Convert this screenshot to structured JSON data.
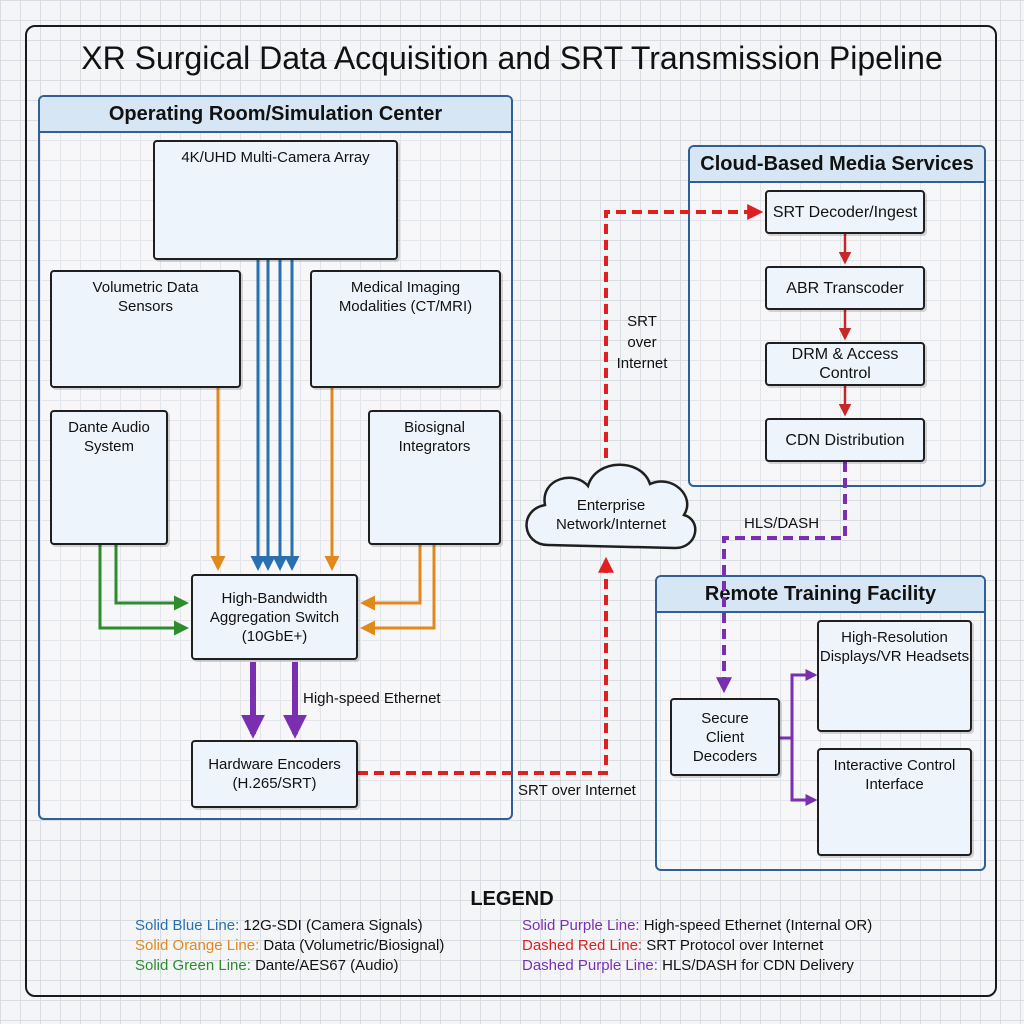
{
  "title": "XR Surgical Data Acquisition and SRT Transmission Pipeline",
  "zones": {
    "or": "Operating Room/Simulation Center",
    "cloud": "Cloud-Based Media Services",
    "remote": "Remote Training Facility"
  },
  "nodes": {
    "cameras": "4K/UHD Multi-Camera Array",
    "volumetric": "Volumetric Data\nSensors",
    "imaging": "Medical Imaging\nModalities (CT/MRI)",
    "audio": "Dante Audio\nSystem",
    "biosignal": "Biosignal\nIntegrators",
    "switch": "High-Bandwidth\nAggregation Switch\n(10GbE+)",
    "encoders": "Hardware Encoders\n(H.265/SRT)",
    "network": "Enterprise\nNetwork/Internet",
    "srt_decoder": "SRT Decoder/Ingest",
    "abr": "ABR Transcoder",
    "drm": "DRM & Access Control",
    "cdn": "CDN Distribution",
    "client": "Secure\nClient\nDecoders",
    "displays": "High-Resolution\nDisplays/VR Headsets",
    "control": "Interactive Control\nInterface"
  },
  "edge_labels": {
    "ethernet": "High-speed Ethernet",
    "srt_internet": "SRT over Internet",
    "srt_over_internet": "SRT\nover\nInternet",
    "hls_dash": "HLS/DASH"
  },
  "legend": {
    "title": "LEGEND",
    "items": [
      {
        "key": "Solid Blue Line:",
        "desc": "12G-SDI (Camera Signals)",
        "color": "#2a6fb0"
      },
      {
        "key": "Solid Orange Line:",
        "desc": "Data (Volumetric/Biosignal)",
        "color": "#e08a1e"
      },
      {
        "key": "Solid Green Line:",
        "desc": "Dante/AES67 (Audio)",
        "color": "#2e8b2e"
      },
      {
        "key": "Solid Purple Line:",
        "desc": "High-speed Ethernet (Internal OR)",
        "color": "#7a2fb0"
      },
      {
        "key": "Dashed Red Line:",
        "desc": "SRT Protocol over Internet",
        "color": "#e02020"
      },
      {
        "key": "Dashed Purple Line:",
        "desc": "HLS/DASH for CDN Delivery",
        "color": "#7a2fb0"
      }
    ]
  },
  "colors": {
    "blue": "#2a6fb0",
    "orange": "#e08a1e",
    "green": "#2e8b2e",
    "purple": "#7a2fb0",
    "red": "#e02020",
    "zone_border": "#2f5f96",
    "box_fill": "#eef4fb",
    "zone_header_fill": "#d7e6f5"
  },
  "icons": {
    "cameras": "ptz-camera-icon",
    "volumetric": "depth-sensor-icon",
    "imaging": "ct-scanner-icon",
    "audio": "microphone-icon",
    "biosignal": "vital-signs-icon",
    "displays": "monitor-vr-headset-icon",
    "control": "laptop-tablet-icon"
  }
}
